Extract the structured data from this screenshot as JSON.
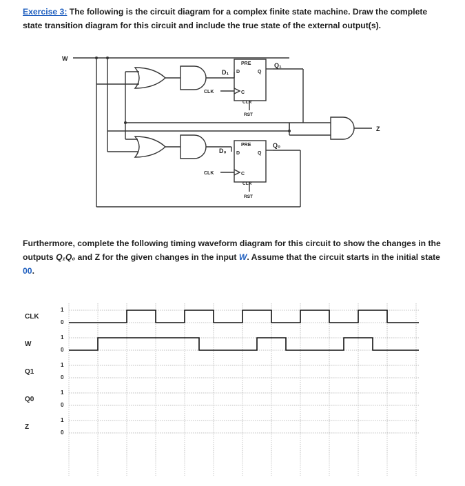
{
  "exercise": {
    "title": "Exercise 3:",
    "text": "The following is the circuit diagram for a complex finite state machine. Draw the complete state transition diagram for this circuit and include the true state of the external output(s)."
  },
  "circuit": {
    "input_label": "W",
    "output_label": "Z",
    "ff1": {
      "pre": "PRE",
      "d": "D",
      "q": "Q",
      "c": "C",
      "clr": "CLR",
      "rst": "RST",
      "d_label": "D₁",
      "q_label": "Q₁"
    },
    "ff0": {
      "pre": "PRE",
      "d": "D",
      "q": "Q",
      "c": "C",
      "clr": "CLR",
      "rst": "RST",
      "d_label": "D₀",
      "q_label": "Q₀"
    },
    "clk_label": "CLK"
  },
  "timing_intro": {
    "text_a": "Furthermore, complete the following timing waveform diagram for this circuit to show the changes in the outputs ",
    "outputs": "Q₁Q₀",
    "text_b": " and ",
    "z": "Z",
    "text_c": " for the given changes in the input ",
    "w": "W",
    "text_d": ". Assume that the circuit starts in the initial state ",
    "initial_state": "00",
    "text_e": "."
  },
  "waveform": {
    "signals": [
      {
        "name": "CLK",
        "high": "1",
        "low": "0"
      },
      {
        "name": "W",
        "high": "1",
        "low": "0"
      },
      {
        "name": "Q1",
        "high": "1",
        "low": "0"
      },
      {
        "name": "Q0",
        "high": "1",
        "low": "0"
      },
      {
        "name": "Z",
        "high": "1",
        "low": "0"
      }
    ]
  }
}
